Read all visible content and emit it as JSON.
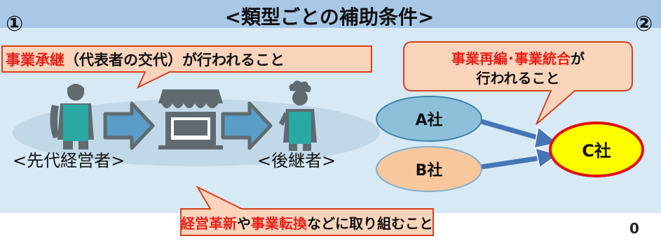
{
  "title": "<類型ごとの補助条件>",
  "markers": {
    "left": "①",
    "right": "②"
  },
  "type1": {
    "callout_highlight": "事業承継",
    "callout_rest": "（代表者の交代）が行われること",
    "predecessor_label": "<先代経営者>",
    "successor_label": "<後継者>"
  },
  "type2": {
    "callout_line1_red1": "事業再編",
    "callout_line1_sep": "･",
    "callout_line1_red2": "事業統合",
    "callout_line1_tail": "が",
    "callout_line2": "行われること",
    "company_a": "A社",
    "company_b": "B社",
    "company_c": "C社"
  },
  "bottom": {
    "red1": "経営革新",
    "mid": "や",
    "red2": "事業転換",
    "tail": "などに取り組むこと"
  },
  "page_number": "0",
  "colors": {
    "banner": "#a9c8e8",
    "panel": "#d7e9f5",
    "callout_fill": "#fbd4bc",
    "callout_stroke": "#d84020",
    "highlight_red": "#e8201a",
    "arrow_fill": "#5a9ec8",
    "icon_dark": "#5f6b70",
    "icon_teal": "#2aa8a2",
    "company_a_fill": "#8dc0d8",
    "company_b_fill": "#f8c79e",
    "company_c_fill": "#ffff00",
    "company_c_stroke": "#e01010",
    "connector_blue": "#4674b8"
  }
}
